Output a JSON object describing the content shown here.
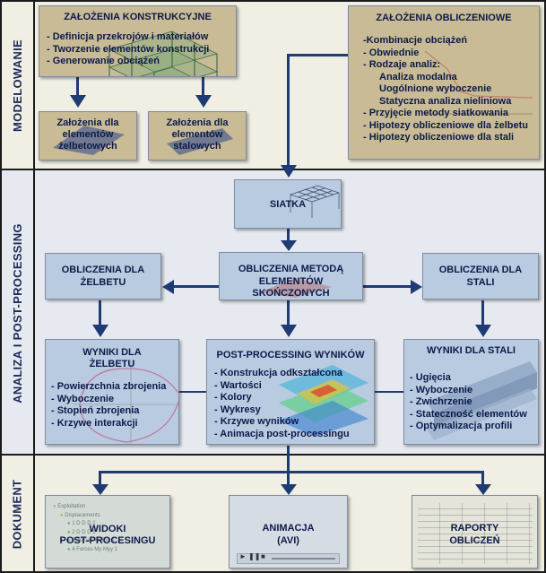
{
  "sections": {
    "modelowanie": "MODELOWANIE",
    "analiza": "ANALIZA I POST-PROCESSING",
    "dokument": "DOKUMENT"
  },
  "boxes": {
    "zalozenia_konstrukcyjne": {
      "title": "ZAŁOŻENIA KONSTRUKCYJNE",
      "items": [
        "- Definicja przekrojów i materiałów",
        "- Tworzenie elementów konstrukcji",
        "- Generowanie obciążeń"
      ]
    },
    "zelbet_assumptions": {
      "lines": [
        "Założenia dla",
        "elementów",
        "żelbetowych"
      ]
    },
    "stal_assumptions": {
      "lines": [
        "Założenia dla",
        "elementów",
        "stalowych"
      ]
    },
    "zalozenia_obliczeniowe": {
      "title": "ZAŁOŻENIA OBLICZENIOWE",
      "items": [
        "-Kombinacje obciążeń",
        "- Obwiednie",
        "- Rodzaje analiz:",
        "Analiza modalna",
        "Uogólnione wyboczenie",
        "Statyczna analiza nieliniowa",
        "- Przyjęcie metody siatkowania",
        "- Hipotezy obliczeniowe dla żelbetu",
        "- Hipotezy obliczeniowe dla stali"
      ]
    },
    "siatka": {
      "title": "SIATKA"
    },
    "obliczenia_zelbetu": {
      "lines": [
        "OBLICZENIA DLA",
        "ŻELBETU"
      ]
    },
    "obliczenia_mes": {
      "lines": [
        "OBLICZENIA METODĄ",
        "ELEMENTÓW SKOŃCZONYCH"
      ]
    },
    "obliczenia_stali": {
      "lines": [
        "OBLICZENIA DLA",
        "STALI"
      ]
    },
    "wyniki_zelbetu": {
      "lines": [
        "WYNIKI DLA",
        "ŻELBETU"
      ],
      "items": [
        "- Powierzchnia zbrojenia",
        "- Wyboczenie",
        "- Stopień zbrojenia",
        "- Krzywe interakcji"
      ]
    },
    "post_processing": {
      "title": "POST-PROCESSING WYNIKÓW",
      "items": [
        "- Konstrukcja odkształcona",
        "- Wartości",
        "- Kolory",
        "- Wykresy",
        "- Krzywe wyników",
        "- Animacja post-processingu"
      ]
    },
    "wyniki_stali": {
      "title": "WYNIKI DLA STALI",
      "items": [
        "- Ugięcia",
        "- Wyboczenie",
        "- Zwichrzenie",
        "- Stateczność elementów",
        "- Optymalizacja profili"
      ]
    },
    "widoki": {
      "lines": [
        "WIDOKI",
        "POST-PROCESINGU"
      ],
      "tree": [
        "Exploitation",
        "Displacements",
        "1 D D D 1",
        "2 D D D 1",
        "3 Forces Fx Fxx 1",
        "4 Forces My Myy 1"
      ]
    },
    "animacja": {
      "lines": [
        "ANIMACJA",
        "(AVI)"
      ]
    },
    "raporty": {
      "lines": [
        "RAPORTY",
        "OBLICZEŃ"
      ]
    }
  },
  "colors": {
    "band_bg": "#f1efe3",
    "box_tan": "#c8bb95",
    "box_blue": "#b9cbe0",
    "arrow": "#1f3b73",
    "text": "#0c1a4a"
  }
}
